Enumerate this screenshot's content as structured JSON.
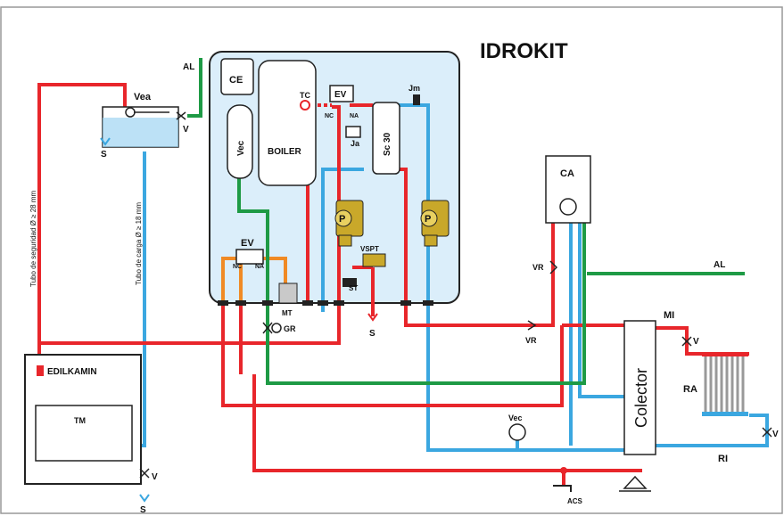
{
  "title": "IDROKIT",
  "colors": {
    "hot": "#e8262b",
    "cold": "#3ba7e0",
    "green": "#1e9a45",
    "orange": "#f08a24",
    "module_fill": "#dbeefa",
    "dark": "#222222"
  },
  "labels": {
    "al_top": "AL",
    "vea": "Vea",
    "s_left": "S",
    "v_top": "V",
    "ce": "CE",
    "vec_tank": "Vec",
    "boiler": "BOILER",
    "tc": "TC",
    "ev_top": "EV",
    "nc_top": "NC",
    "na_top": "NA",
    "ja": "Ja",
    "sc30": "Sc 30",
    "jm": "Jm",
    "ev_bottom": "EV",
    "nc_bottom": "NC",
    "na_bottom": "NA",
    "p_left": "P",
    "p_right": "P",
    "vspt": "VSPT",
    "st": "ST",
    "mt": "MT",
    "gr": "GR",
    "s_mid": "S",
    "ca": "CA",
    "vr_up": "VR",
    "vr_low": "VR",
    "al_right": "AL",
    "mi": "MI",
    "v_right_top": "V",
    "ra": "RA",
    "v_right_bottom": "V",
    "ri": "RI",
    "colector": "Colector",
    "vec_bottom": "Vec",
    "acs": "ACS",
    "v_bottom": "V",
    "s_bottom": "S",
    "brand": "EDILKAMIN",
    "tm": "TM",
    "tubo_seguridad": "Tubo de seguridad Ø ≥ 28 mm",
    "tubo_carga": "Tubo de carga Ø ≥ 18 mm"
  }
}
